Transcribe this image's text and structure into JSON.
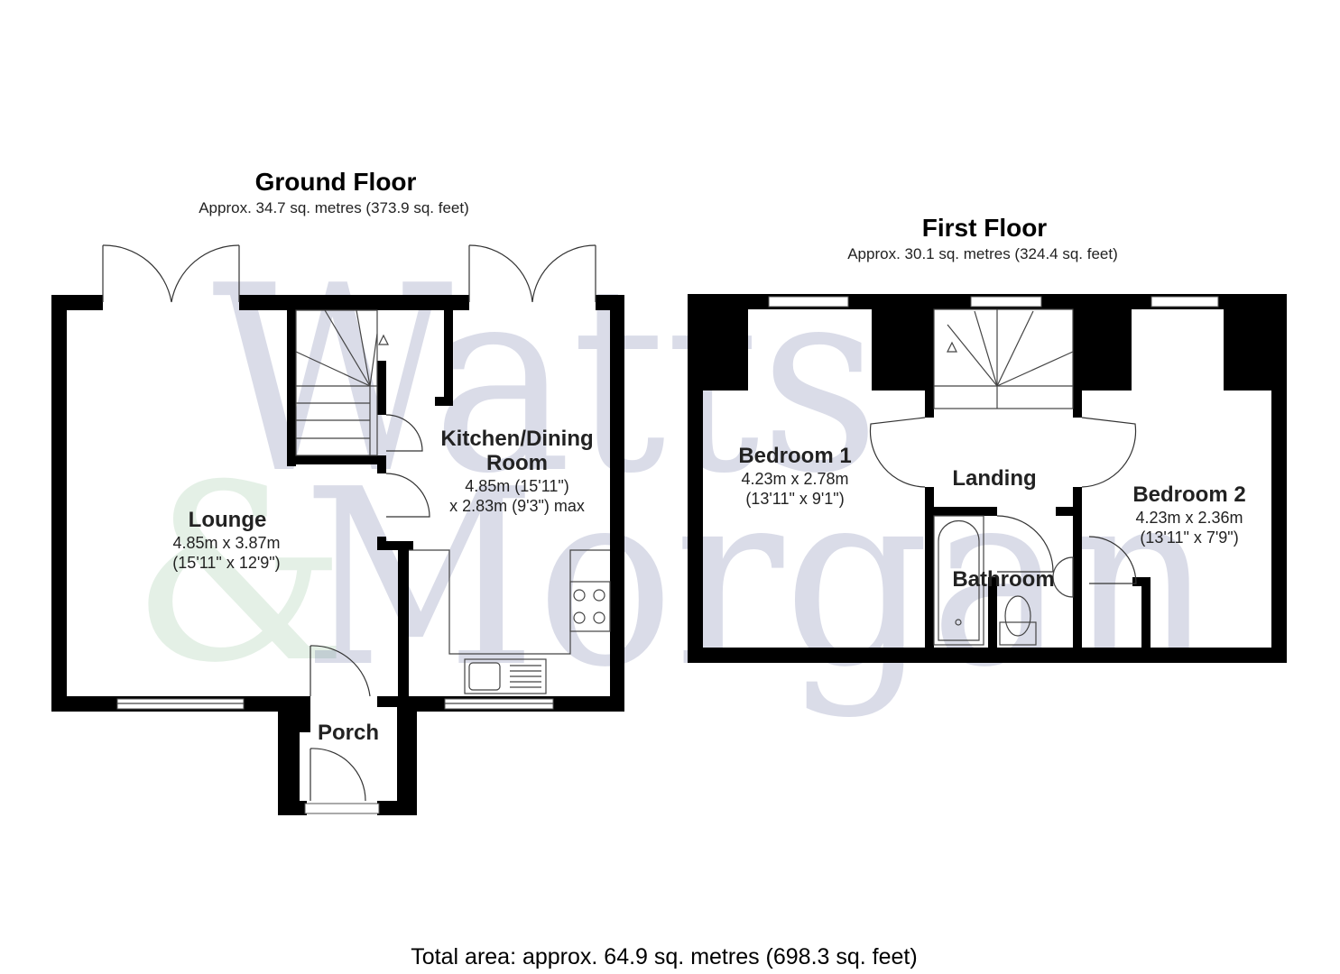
{
  "watermark": {
    "line1": "Watts",
    "line2": "Morgan",
    "ampersand": "&"
  },
  "ground_floor": {
    "title": "Ground Floor",
    "area": "Approx. 34.7 sq. metres (373.9 sq. feet)",
    "rooms": {
      "lounge": {
        "name": "Lounge",
        "dim1": "4.85m x 3.87m",
        "dim2": "(15'11\" x 12'9\")"
      },
      "kitchen": {
        "name1": "Kitchen/Dining",
        "name2": "Room",
        "dim1": "4.85m (15'11\")",
        "dim2": "x 2.83m (9'3\") max"
      },
      "porch": {
        "name": "Porch"
      }
    }
  },
  "first_floor": {
    "title": "First Floor",
    "area": "Approx. 30.1 sq. metres (324.4 sq. feet)",
    "rooms": {
      "bedroom1": {
        "name": "Bedroom 1",
        "dim1": "4.23m x 2.78m",
        "dim2": "(13'11\" x 9'1\")"
      },
      "landing": {
        "name": "Landing"
      },
      "bedroom2": {
        "name": "Bedroom 2",
        "dim1": "4.23m x 2.36m",
        "dim2": "(13'11\" x 7'9\")"
      },
      "bathroom": {
        "name": "Bathroom"
      }
    }
  },
  "total_area": "Total area: approx. 64.9 sq. metres (698.3 sq. feet)"
}
